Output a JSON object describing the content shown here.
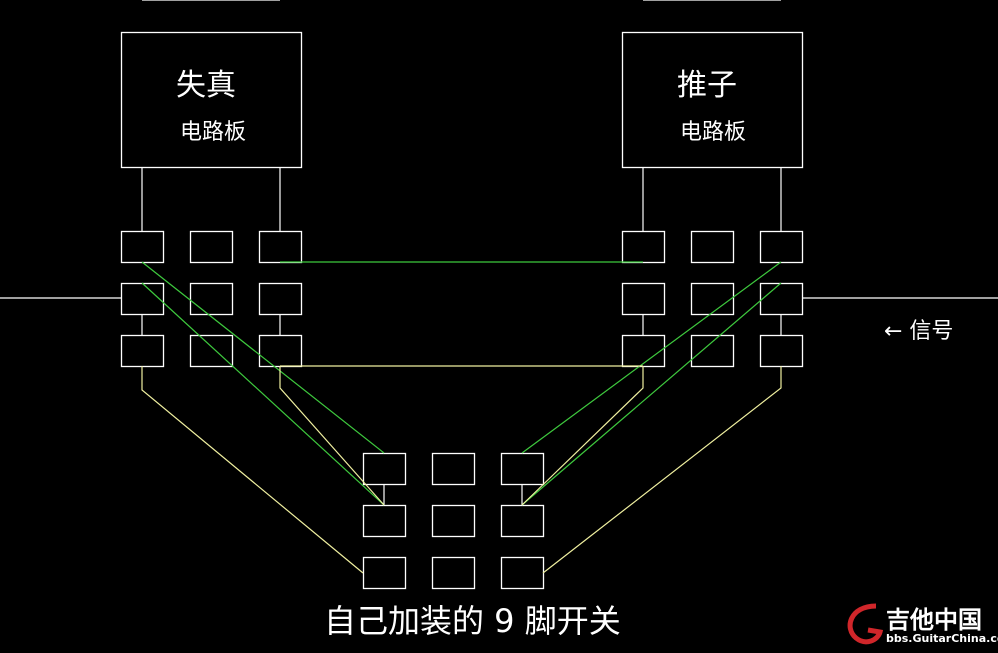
{
  "boards": [
    {
      "title": "失真",
      "subtitle": "电路板"
    },
    {
      "title": "推子",
      "subtitle": "电路板"
    }
  ],
  "signal_label": "← 信号",
  "caption": "自己加装的 9 脚开关",
  "watermark": {
    "logo_text": "吉他中国",
    "url": "bbs.GuitarChina.com"
  },
  "colors": {
    "background": "#000000",
    "outline": "#ffffff",
    "green_wire": "#3ec93e",
    "yellow_wire": "#f0f0a0",
    "logo_red": "#d0262a"
  }
}
